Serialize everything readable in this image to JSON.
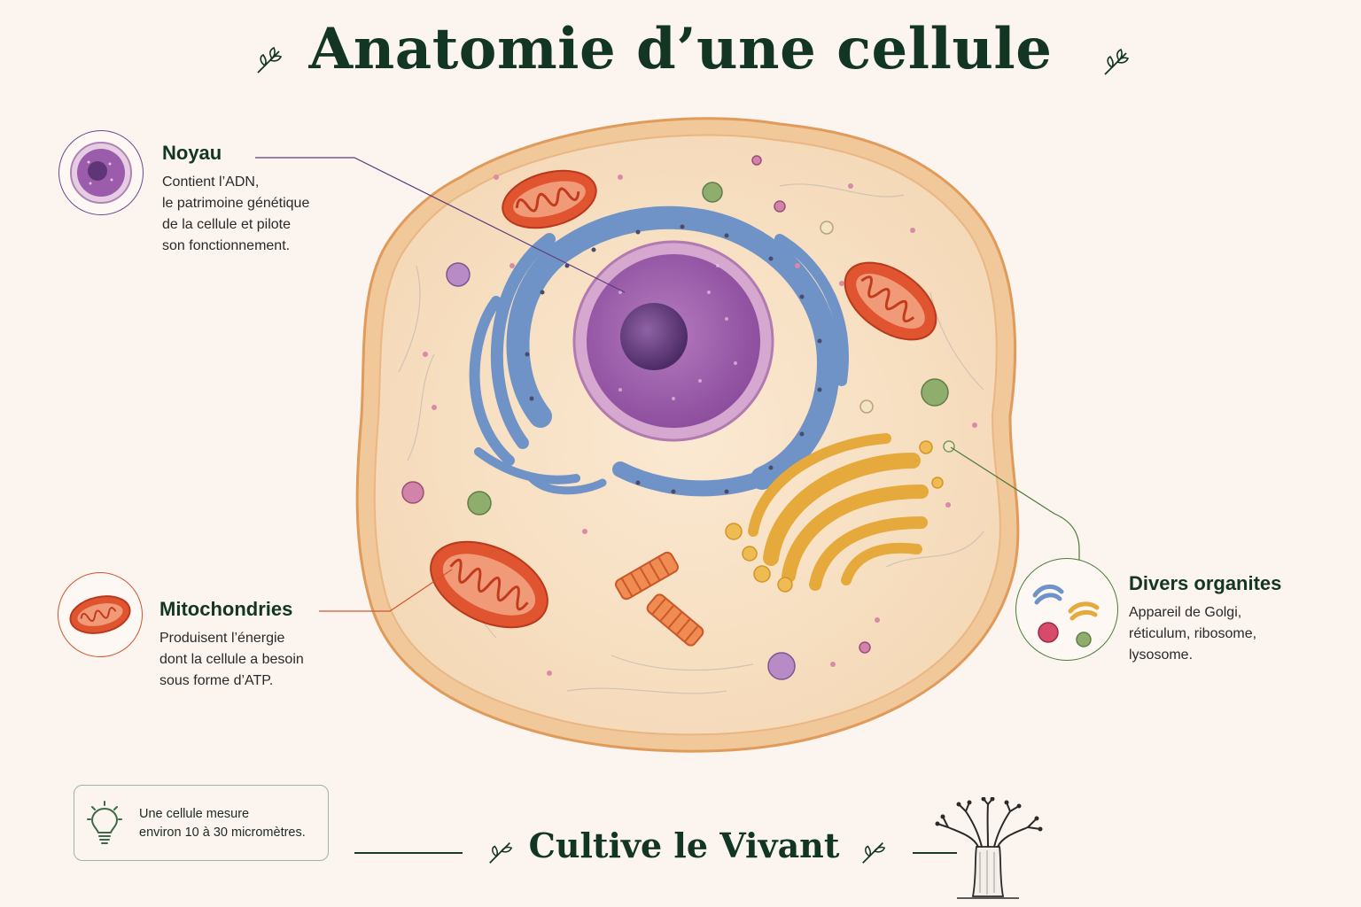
{
  "title": "Anatomie d’une cellule",
  "callouts": {
    "noyau": {
      "heading": "Noyau",
      "text": "Contient l’ADN,\nle patrimoine génétique\nde la cellule et pilote\nson fonctionnement."
    },
    "mitochondries": {
      "heading": "Mitochondries",
      "text": "Produisent l’énergie\ndont la cellule a besoin\nsous forme d’ATP."
    },
    "organites": {
      "heading": "Divers organites",
      "text": "Appareil de Golgi,\nréticulum, ribosome,\nlysosome."
    }
  },
  "tip": {
    "icon": "lightbulb-icon",
    "text": "Une cellule mesure\nenviron 10 à 30 micromètres."
  },
  "footer": {
    "brand": "Cultive le Vivant",
    "logo": "baobab-tree-icon"
  },
  "colors": {
    "title": "#123524",
    "nucleus": "#8d4fa0",
    "er": "#6f93c6",
    "mitochondria": "#e0552f",
    "golgi": "#e6a93b",
    "cytoplasm": "#f6e0c4",
    "membrane": "#e7a866",
    "noyau_line": "#5b3d7a",
    "mito_line": "#d0542e",
    "organite_line": "#4e7a3a"
  }
}
